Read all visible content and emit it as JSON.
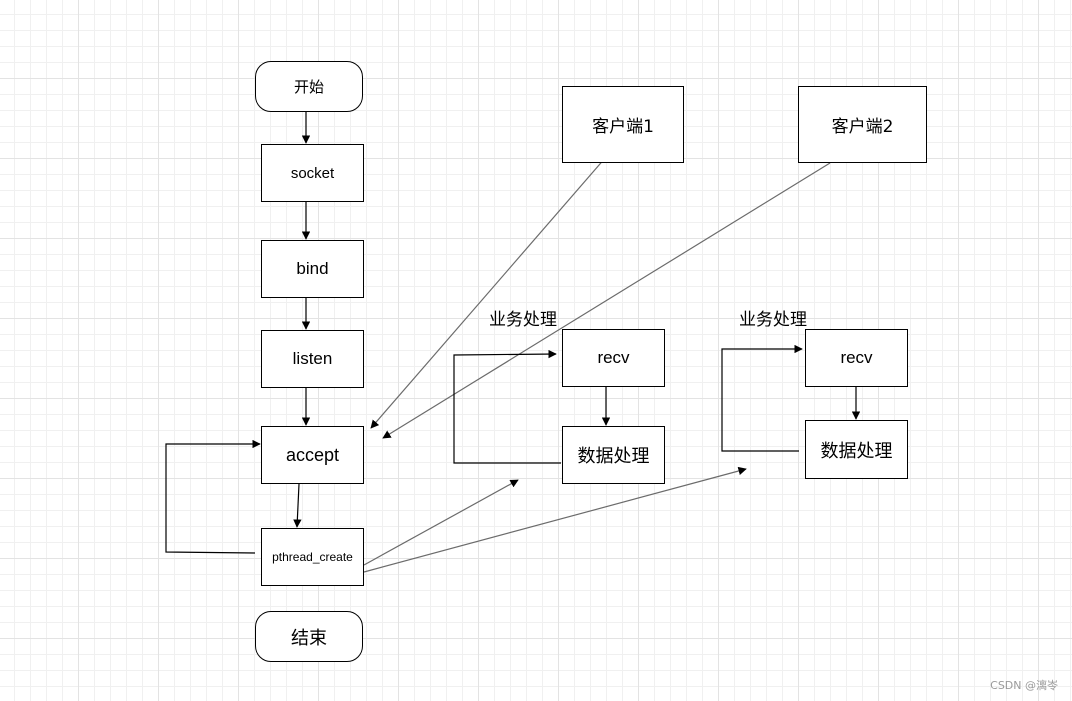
{
  "nodes": {
    "start": "开始",
    "socket": "socket",
    "bind": "bind",
    "listen": "listen",
    "accept": "accept",
    "pthread_create": "pthread_create",
    "end": "结束",
    "client1": "客户端1",
    "client2": "客户端2",
    "recv1": "recv",
    "process1": "数据处理",
    "recv2": "recv",
    "process2": "数据处理"
  },
  "labels": {
    "business1": "业务处理",
    "business2": "业务处理"
  },
  "watermark": "CSDN @漓岺"
}
